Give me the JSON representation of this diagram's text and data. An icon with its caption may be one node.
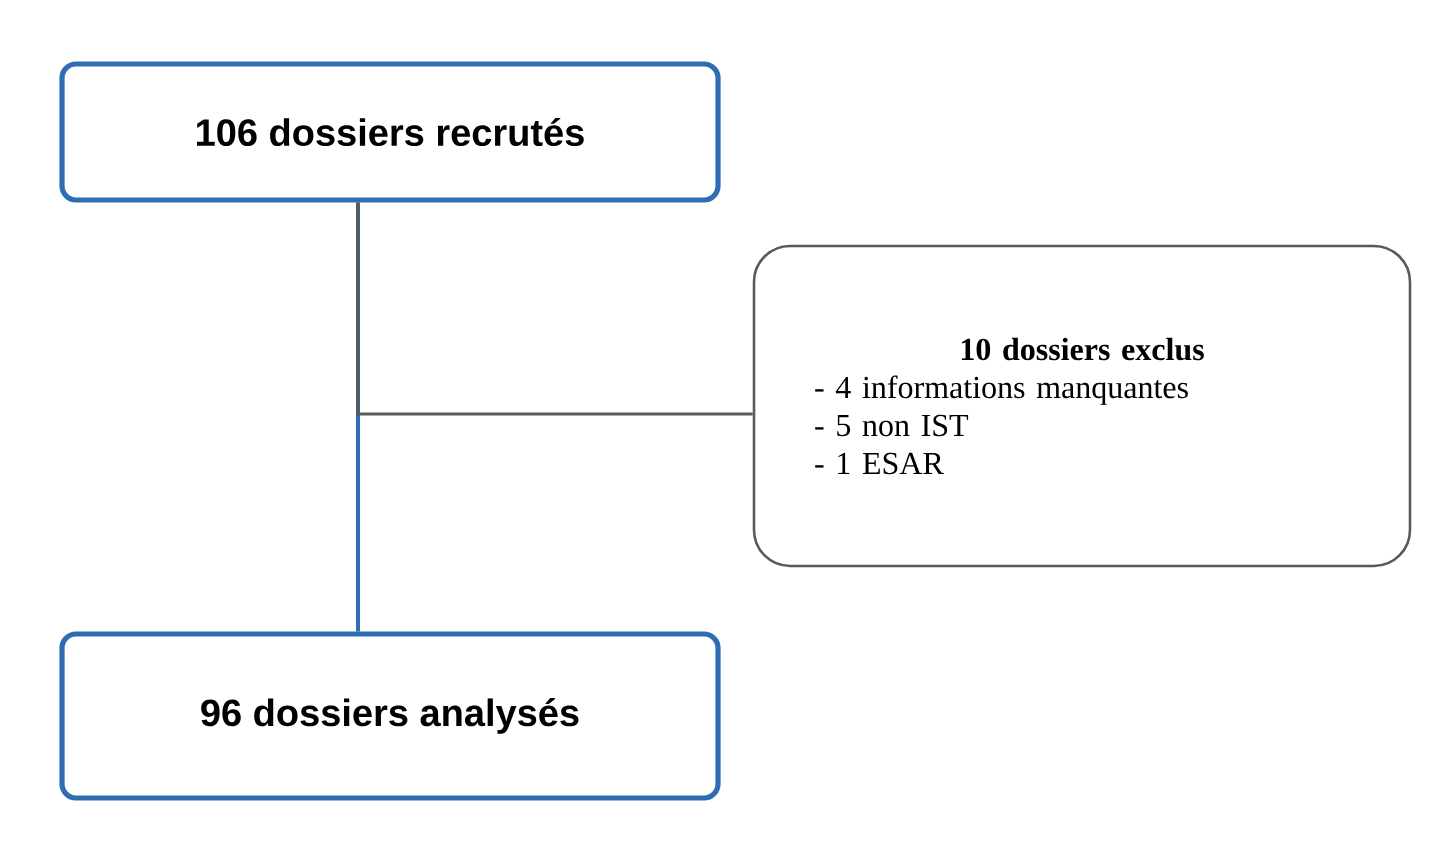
{
  "diagram": {
    "nodes": [
      {
        "text": [
          "106 dossiers recrutés"
        ]
      },
      {
        "text": [
          "10 dossiers exclus",
          "- 4 informations manquantes",
          "- 5 non IST",
          "- 1 ESAR"
        ]
      },
      {
        "text": [
          "96 dossiers analysés"
        ]
      }
    ],
    "edges": [
      {
        "from": 0,
        "to": 2,
        "arrow": "none"
      },
      {
        "from": 0,
        "to": 1,
        "arrow": "none",
        "color": "#595959"
      }
    ]
  }
}
